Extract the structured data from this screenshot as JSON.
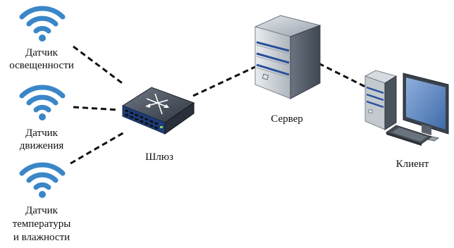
{
  "diagram": {
    "sensors": [
      {
        "lines": [
          "Датчик",
          "освещенности"
        ]
      },
      {
        "lines": [
          "Датчик",
          "движения"
        ]
      },
      {
        "lines": [
          "Датчик",
          "температуры",
          "и влажности"
        ]
      }
    ],
    "gateway": {
      "label": "Шлюз"
    },
    "server": {
      "label": "Сервер"
    },
    "client": {
      "label": "Клиент"
    }
  },
  "colors": {
    "wifi": "#3a86c8",
    "link": "#111111",
    "server_body": "#bcc2c8",
    "server_dark": "#5b6470",
    "accent_blue": "#27509b",
    "monitor_screen": "#5d86c2"
  },
  "icons": {
    "sensor": "wifi-icon",
    "gateway": "network-switch-icon",
    "server": "server-tower-icon",
    "client": "desktop-computer-icon"
  }
}
